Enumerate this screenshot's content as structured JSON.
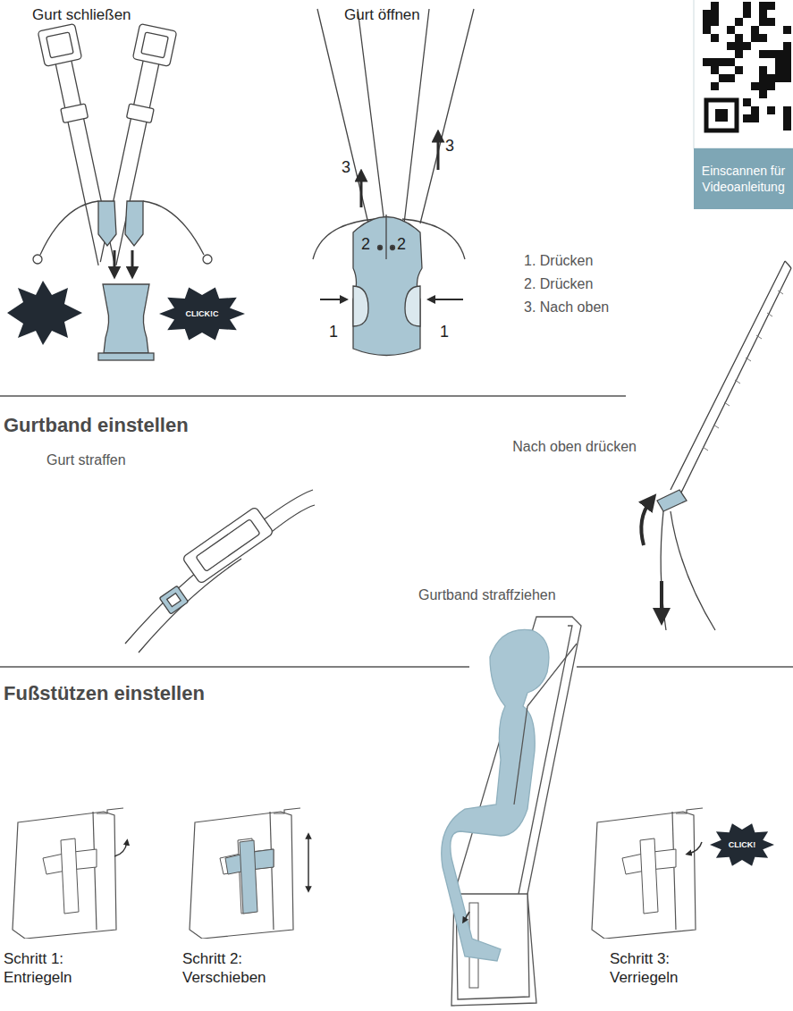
{
  "diagram": {
    "nodes": [
      {
        "text": [
          "Einscannen für Videoanleitung"
        ]
      },
      {
        "text": [
          "CLICK!C"
        ]
      },
      {
        "text": [
          "CLICK!"
        ]
      }
    ],
    "labels": [
      "Gurt schließen",
      "Gurt öffnen",
      "3",
      "3",
      "2",
      "2",
      "1",
      "1",
      "1. Drücken",
      "2. Drücken",
      "3. Nach oben",
      "Gurtband einstellen",
      "Gurt straffen",
      "Nach oben drücken",
      "Gurtband straffziehen",
      "Fußstützen einstellen",
      "Schritt 1: Entriegeln",
      "Schritt 2: Verschieben",
      "Schritt 3: Verriegeln"
    ]
  }
}
